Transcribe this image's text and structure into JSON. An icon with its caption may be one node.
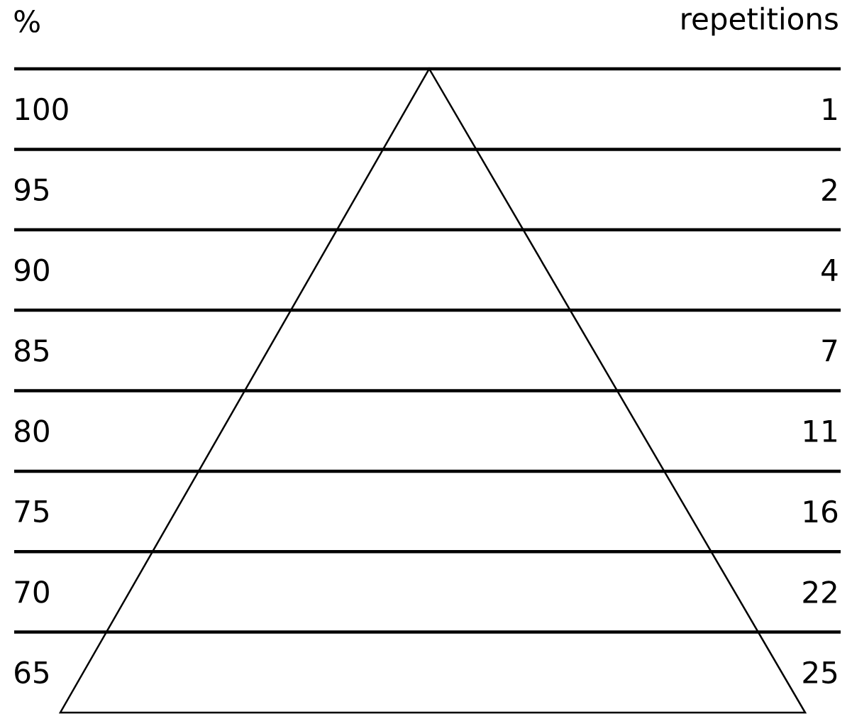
{
  "diagram": {
    "labels": [
      "%",
      "repetitions",
      "100",
      "1",
      "95",
      "2",
      "90",
      "4",
      "85",
      "7",
      "80",
      "11",
      "75",
      "16",
      "70",
      "22",
      "65",
      "25"
    ]
  }
}
